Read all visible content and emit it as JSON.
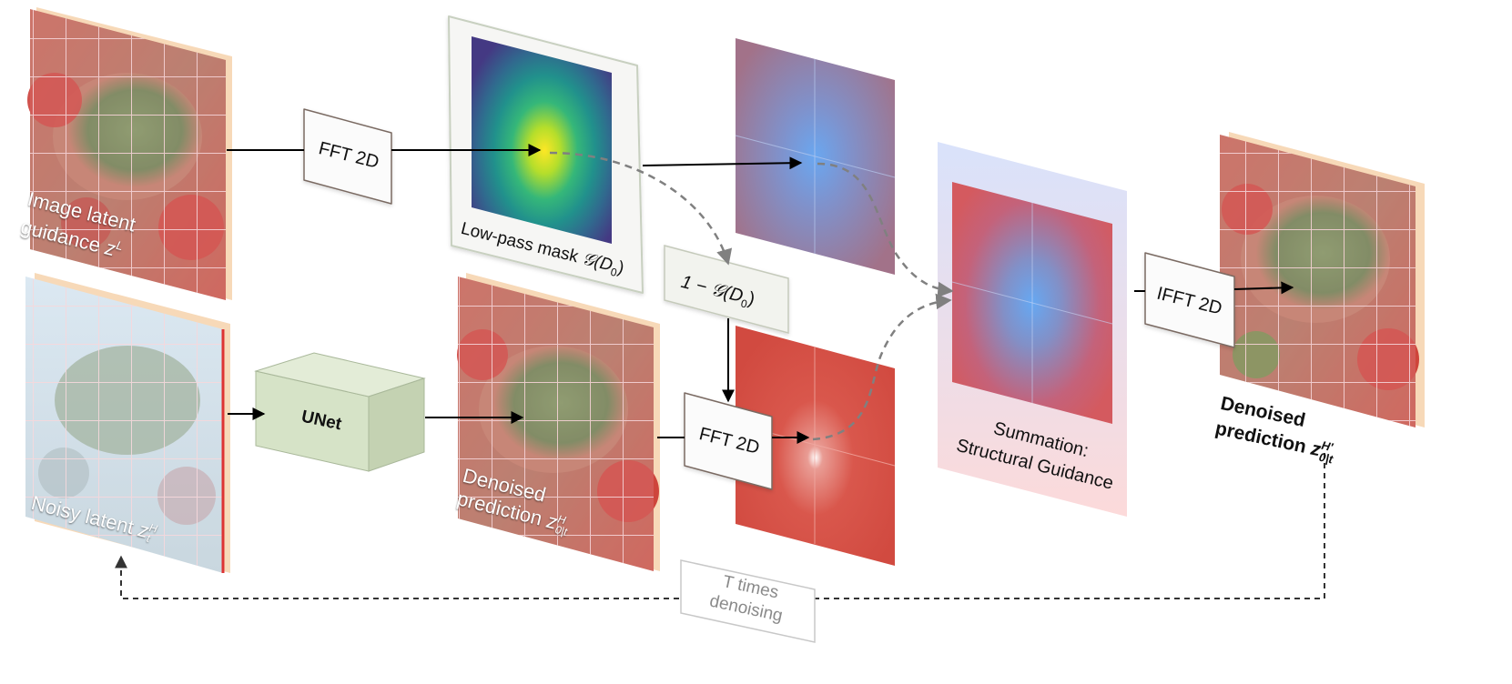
{
  "nodes": {
    "image_latent": {
      "line1": "Image latent",
      "line2": "guidance",
      "math": "z",
      "sup": "L"
    },
    "fft_top": {
      "label": "FFT 2D"
    },
    "lowpass": {
      "label": "Low-pass mask",
      "math": "𝒢(D",
      "sub": "0",
      "close": ")"
    },
    "highpass": {
      "label": "1 − 𝒢(D",
      "sub": "0",
      "close": ")"
    },
    "noisy_latent": {
      "label": "Noisy latent",
      "math": "z",
      "sup": "H",
      "sub": "t"
    },
    "unet": {
      "label": "UNet"
    },
    "denoised_mid": {
      "line1": "Denoised",
      "line2": "prediction",
      "math": "z",
      "sup": "H",
      "sub": "0|t"
    },
    "fft_bottom": {
      "label": "FFT 2D"
    },
    "summation": {
      "line1": "Summation:",
      "line2": "Structural Guidance"
    },
    "ifft": {
      "label": "IFFT 2D"
    },
    "denoised_out": {
      "line1": "Denoised",
      "line2": "prediction",
      "math": "z",
      "sup": "H′",
      "sub": "0|t"
    },
    "loop": {
      "line1": "T times",
      "line2": "denoising"
    }
  },
  "colors": {
    "arrow": "#000000",
    "dashed_arrow": "#808080",
    "unet_fill": "#d6e3c7",
    "spectrum_blue": "#7d8fc6",
    "spectrum_red": "#d9574c",
    "summation_top": "#d9e2fb",
    "summation_bottom": "#fcdada"
  }
}
